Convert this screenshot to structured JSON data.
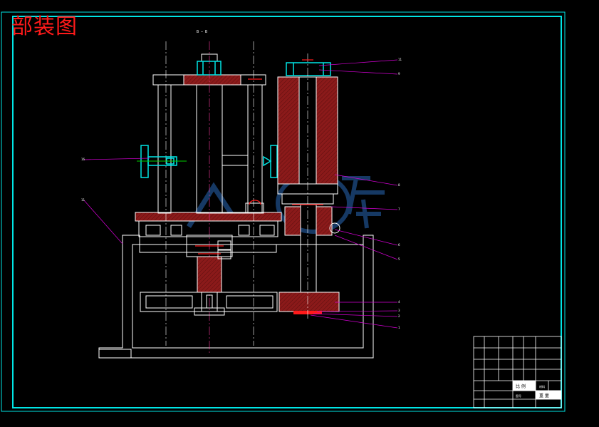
{
  "drawing": {
    "title": "部装图",
    "section_label": "B — B"
  },
  "leaders": {
    "left": [
      "16",
      "11"
    ],
    "right": [
      "11",
      "9",
      "8",
      "7",
      "6",
      "5",
      "4",
      "3",
      "2",
      "1"
    ]
  },
  "title_block": {
    "cells": [
      "比 例",
      "重 量"
    ],
    "sub": [
      "图号",
      "材料"
    ]
  },
  "colors": {
    "frame": "#00e5e5",
    "lines": "#ffffff",
    "section": "#8b1a1a",
    "accent": "#ff1a1a",
    "leader": "#d400d4",
    "green": "#00d000",
    "watermark": "#1e4c86"
  }
}
